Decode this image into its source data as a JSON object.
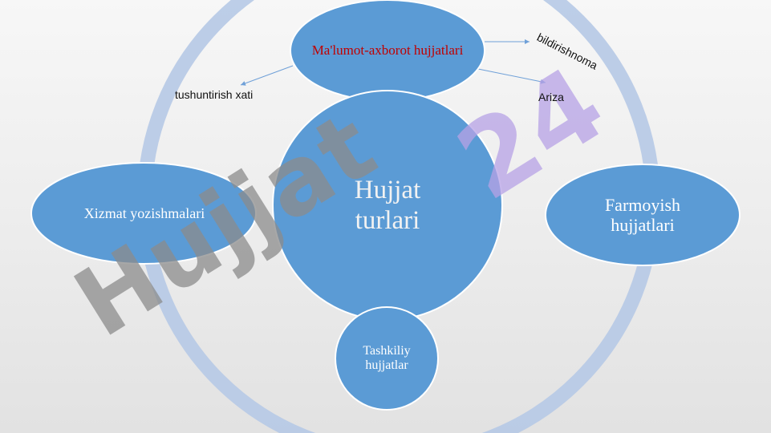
{
  "diagram": {
    "center": {
      "label": "Hujjat turlari"
    },
    "top": {
      "label": "Ma'lumot-axborot hujjatlari"
    },
    "left": {
      "label": "Xizmat yozishmalari"
    },
    "right": {
      "label": "Farmoyish hujjatlari"
    },
    "bottom": {
      "label": "Tashkiliy hujjatlar"
    },
    "sub_labels": {
      "tushuntirish": "tushuntirish xati",
      "ariza": "Ariza",
      "bildirishnoma": "bildirishnoma"
    }
  },
  "watermark": {
    "text1": "Hujjat",
    "text2": "24"
  },
  "colors": {
    "node_fill": "#5b9bd5",
    "node_stroke": "#ffffff",
    "ring": "#b6c9e6",
    "top_text": "#c00000",
    "arrow": "#6fa0d8",
    "watermark_gray": "#8c8c8c",
    "watermark_purple": "#b7a2e6"
  }
}
